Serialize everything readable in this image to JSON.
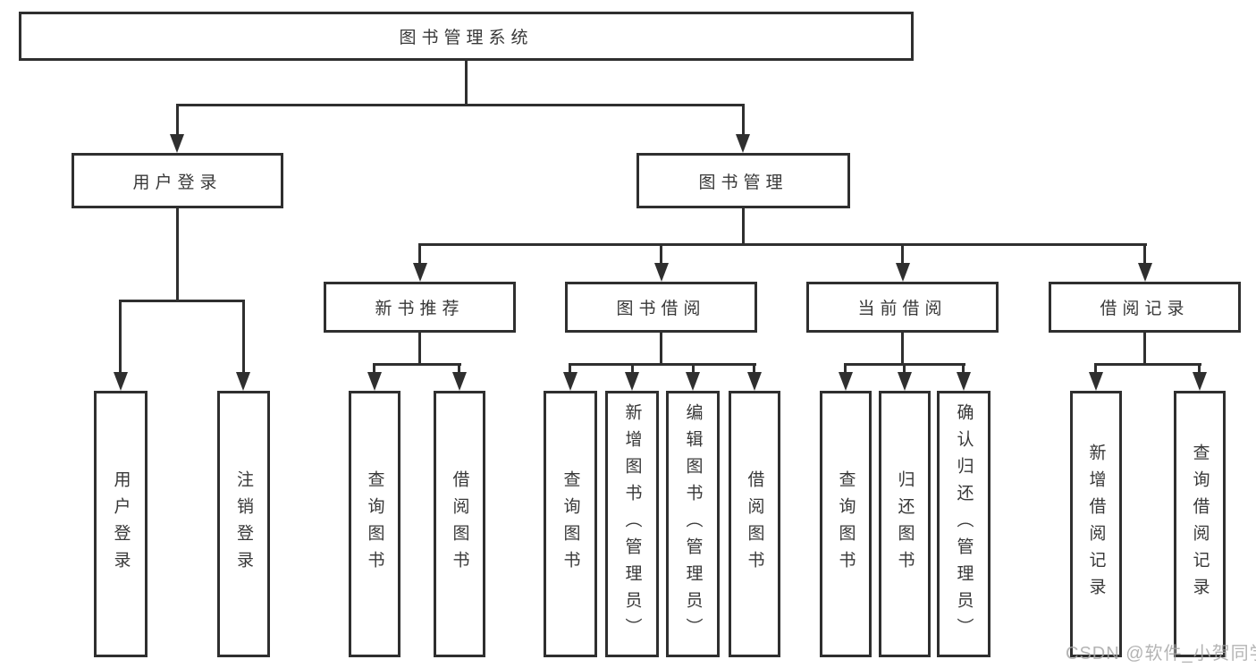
{
  "diagram": {
    "title": "图书管理系统",
    "level2": [
      {
        "label": "用户登录"
      },
      {
        "label": "图书管理"
      }
    ],
    "level3": [
      {
        "label": "新书推荐"
      },
      {
        "label": "图书借阅"
      },
      {
        "label": "当前借阅"
      },
      {
        "label": "借阅记录"
      }
    ],
    "leaves": [
      {
        "label": "用户登录"
      },
      {
        "label": "注销登录"
      },
      {
        "label": "查询图书"
      },
      {
        "label": "借阅图书"
      },
      {
        "label": "查询图书"
      },
      {
        "label": "新增图书（管理员）"
      },
      {
        "label": "编辑图书（管理员）"
      },
      {
        "label": "借阅图书"
      },
      {
        "label": "查询图书"
      },
      {
        "label": "归还图书"
      },
      {
        "label": "确认归还（管理员）"
      },
      {
        "label": "新增借阅记录"
      },
      {
        "label": "查询借阅记录"
      }
    ]
  },
  "watermark": {
    "text": "CSDN @软件_小贺同学"
  },
  "colors": {
    "line": "#2f2f2f",
    "text": "#383838",
    "watermark": "#a8a8a8",
    "background": "#ffffff"
  }
}
